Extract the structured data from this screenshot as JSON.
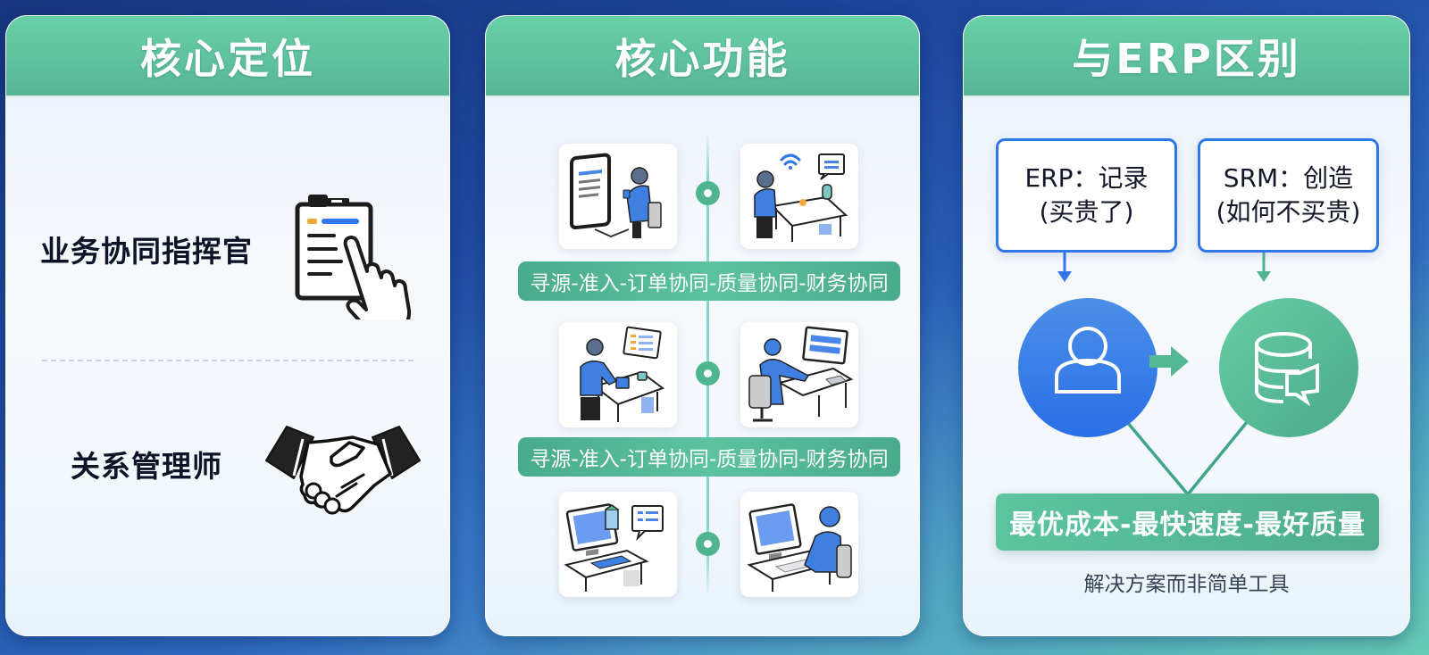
{
  "colors": {
    "header_green": "#5cc2a0",
    "accent_blue": "#2f76e6",
    "accent_green": "#4fb48f",
    "background_blue": "#1f4aa0"
  },
  "cards": [
    {
      "title": "核心定位",
      "roles": [
        {
          "label": "业务协同指挥官",
          "icon": "clipboard-hand-icon"
        },
        {
          "label": "关系管理师",
          "icon": "handshake-icon"
        }
      ]
    },
    {
      "title": "核心功能",
      "flow_banners": [
        "寻源-准入-订单协同-质量协同-财务协同",
        "寻源-准入-订单协同-质量协同-财务协同"
      ],
      "illustrations": [
        {
          "row": 1,
          "side": "left",
          "icon": "tablet-user-illustration"
        },
        {
          "row": 1,
          "side": "right",
          "icon": "wifi-desk-illustration"
        },
        {
          "row": 2,
          "side": "left",
          "icon": "standing-desk-illustration"
        },
        {
          "row": 2,
          "side": "right",
          "icon": "seated-computer-illustration"
        },
        {
          "row": 3,
          "side": "left",
          "icon": "workstation-chat-illustration"
        },
        {
          "row": 3,
          "side": "right",
          "icon": "user-at-computer-illustration"
        }
      ]
    },
    {
      "title": "与ERP区别",
      "erp": {
        "line1": "ERP：记录",
        "line2": "(买贵了)",
        "icon": "user-icon"
      },
      "srm": {
        "line1": "SRM：创造",
        "line2": "(如何不买贵)",
        "icon": "database-icon"
      },
      "summary": "最优成本-最快速度-最好质量",
      "caption": "解决方案而非简单工具"
    }
  ]
}
